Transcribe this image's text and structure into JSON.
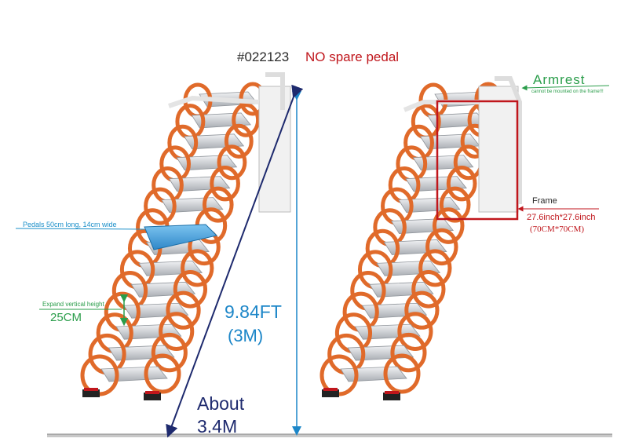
{
  "header": {
    "code": "#022123",
    "warning": "NO spare pedal"
  },
  "left_ladder": {
    "pedal_label": "Pedals 50cm long, 14cm wide",
    "expand_label": "Expand vertical height",
    "expand_value": "25CM",
    "height_ft": "9.84FT",
    "height_m": "(3M)",
    "diagonal_line1": "About",
    "diagonal_line2": "3.4M"
  },
  "right_ladder": {
    "armrest_label": "Armrest",
    "armrest_note": "cannot be mounted on the frame!!!",
    "frame_label": "Frame",
    "frame_size": "27.6inch*27.6inch",
    "frame_size_cm": "(70CM*70CM)"
  },
  "colors": {
    "rail_orange": "#e06a2a",
    "step_silver": "#c9ccd1",
    "highlight_blue": "#3aa0e0",
    "callout_green": "#2a9d4a",
    "frame_red": "#c0161c",
    "dimension_blue": "#1c86c8",
    "diagonal_navy": "#1e2a6e"
  }
}
